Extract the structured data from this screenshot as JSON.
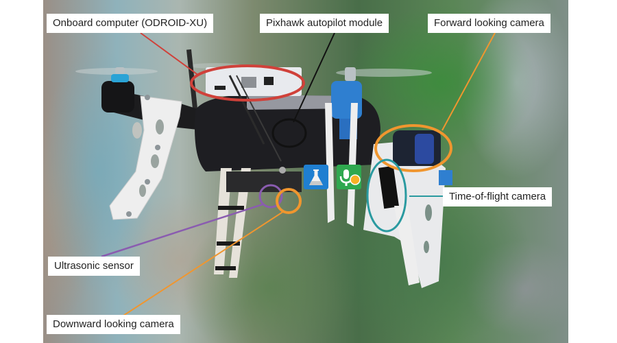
{
  "figure": {
    "description": "Photo of a quadrotor drone with annotated onboard components",
    "annotations": [
      {
        "id": "onboard-computer",
        "text": "Onboard computer (ODROID-XU)",
        "color": "#d0413a"
      },
      {
        "id": "pixhawk",
        "text": "Pixhawk autopilot module",
        "color": "#111111"
      },
      {
        "id": "forward-camera",
        "text": "Forward looking camera",
        "color": "#f0962f"
      },
      {
        "id": "tof-camera",
        "text": "Time-of-flight camera",
        "color": "#2a9aa0"
      },
      {
        "id": "ultrasonic",
        "text": "Ultrasonic sensor",
        "color": "#8a5cb0"
      },
      {
        "id": "downward-camera",
        "text": "Downward looking camera",
        "color": "#f0962f"
      }
    ]
  },
  "overlay_icons": [
    {
      "name": "flask-app-icon",
      "color": "#1f7fd1"
    },
    {
      "name": "voice-app-icon",
      "color": "#2fa84f"
    }
  ]
}
